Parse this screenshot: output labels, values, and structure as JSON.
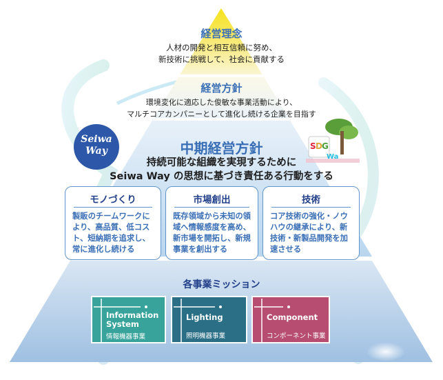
{
  "levels": {
    "philosophy": {
      "title": "経営理念",
      "line1": "人材の開発と相互信頼に努め、",
      "line2": "新技術に挑戦して、社会に貢献する"
    },
    "policy": {
      "title": "経営方針",
      "line1": "環境変化に適応した俊敏な事業活動により、",
      "line2": "マルチコアカンパニーとして進化し続ける企業を目指す"
    },
    "midterm": {
      "title": "中期経営方針",
      "line1": "持続可能な組織を実現するために",
      "line2": "Seiwa Way の思想に基づき責任ある行動をする"
    }
  },
  "cards": [
    {
      "title": "モノづくり",
      "lines": [
        "製販のチームワークに",
        "より、高品質、低コス",
        "ト、短納期を追求し、",
        "常に進化し続ける"
      ]
    },
    {
      "title": "市場創出",
      "lines": [
        "既存領域から未知の領",
        "域へ情報感度を高め、",
        "新市場を開拓し、新規",
        "事業を創出する"
      ]
    },
    {
      "title": "技術",
      "lines": [
        "コア技術の強化・ノウ",
        "ハウの継承により、新",
        "技術・新製品開発を加",
        "速させる"
      ]
    }
  ],
  "missions": {
    "title": "各事業ミッション",
    "items": [
      {
        "en_line1": "Information",
        "en_line2": "System",
        "ja": "情報機器事業"
      },
      {
        "en_line1": "Lighting",
        "en_line2": "",
        "ja": "照明機器事業"
      },
      {
        "en_line1": "Component",
        "en_line2": "",
        "ja": "コンポーネント事業"
      }
    ]
  },
  "logos": {
    "seiwa_way_line1": "Seiwa",
    "seiwa_way_line2": "Way",
    "sdgs_text": "SDGs Seiwa"
  },
  "colors": {
    "title_blue": "#3a6fb6",
    "title_navy": "#23408a",
    "card_border": "#5f95cc",
    "mission_teal": "#38a39a",
    "mission_blue": "#2a6f86",
    "mission_pink": "#b74e72",
    "apex_yellow": "#f6e21a",
    "pyramid_blue": "#c9def0"
  }
}
